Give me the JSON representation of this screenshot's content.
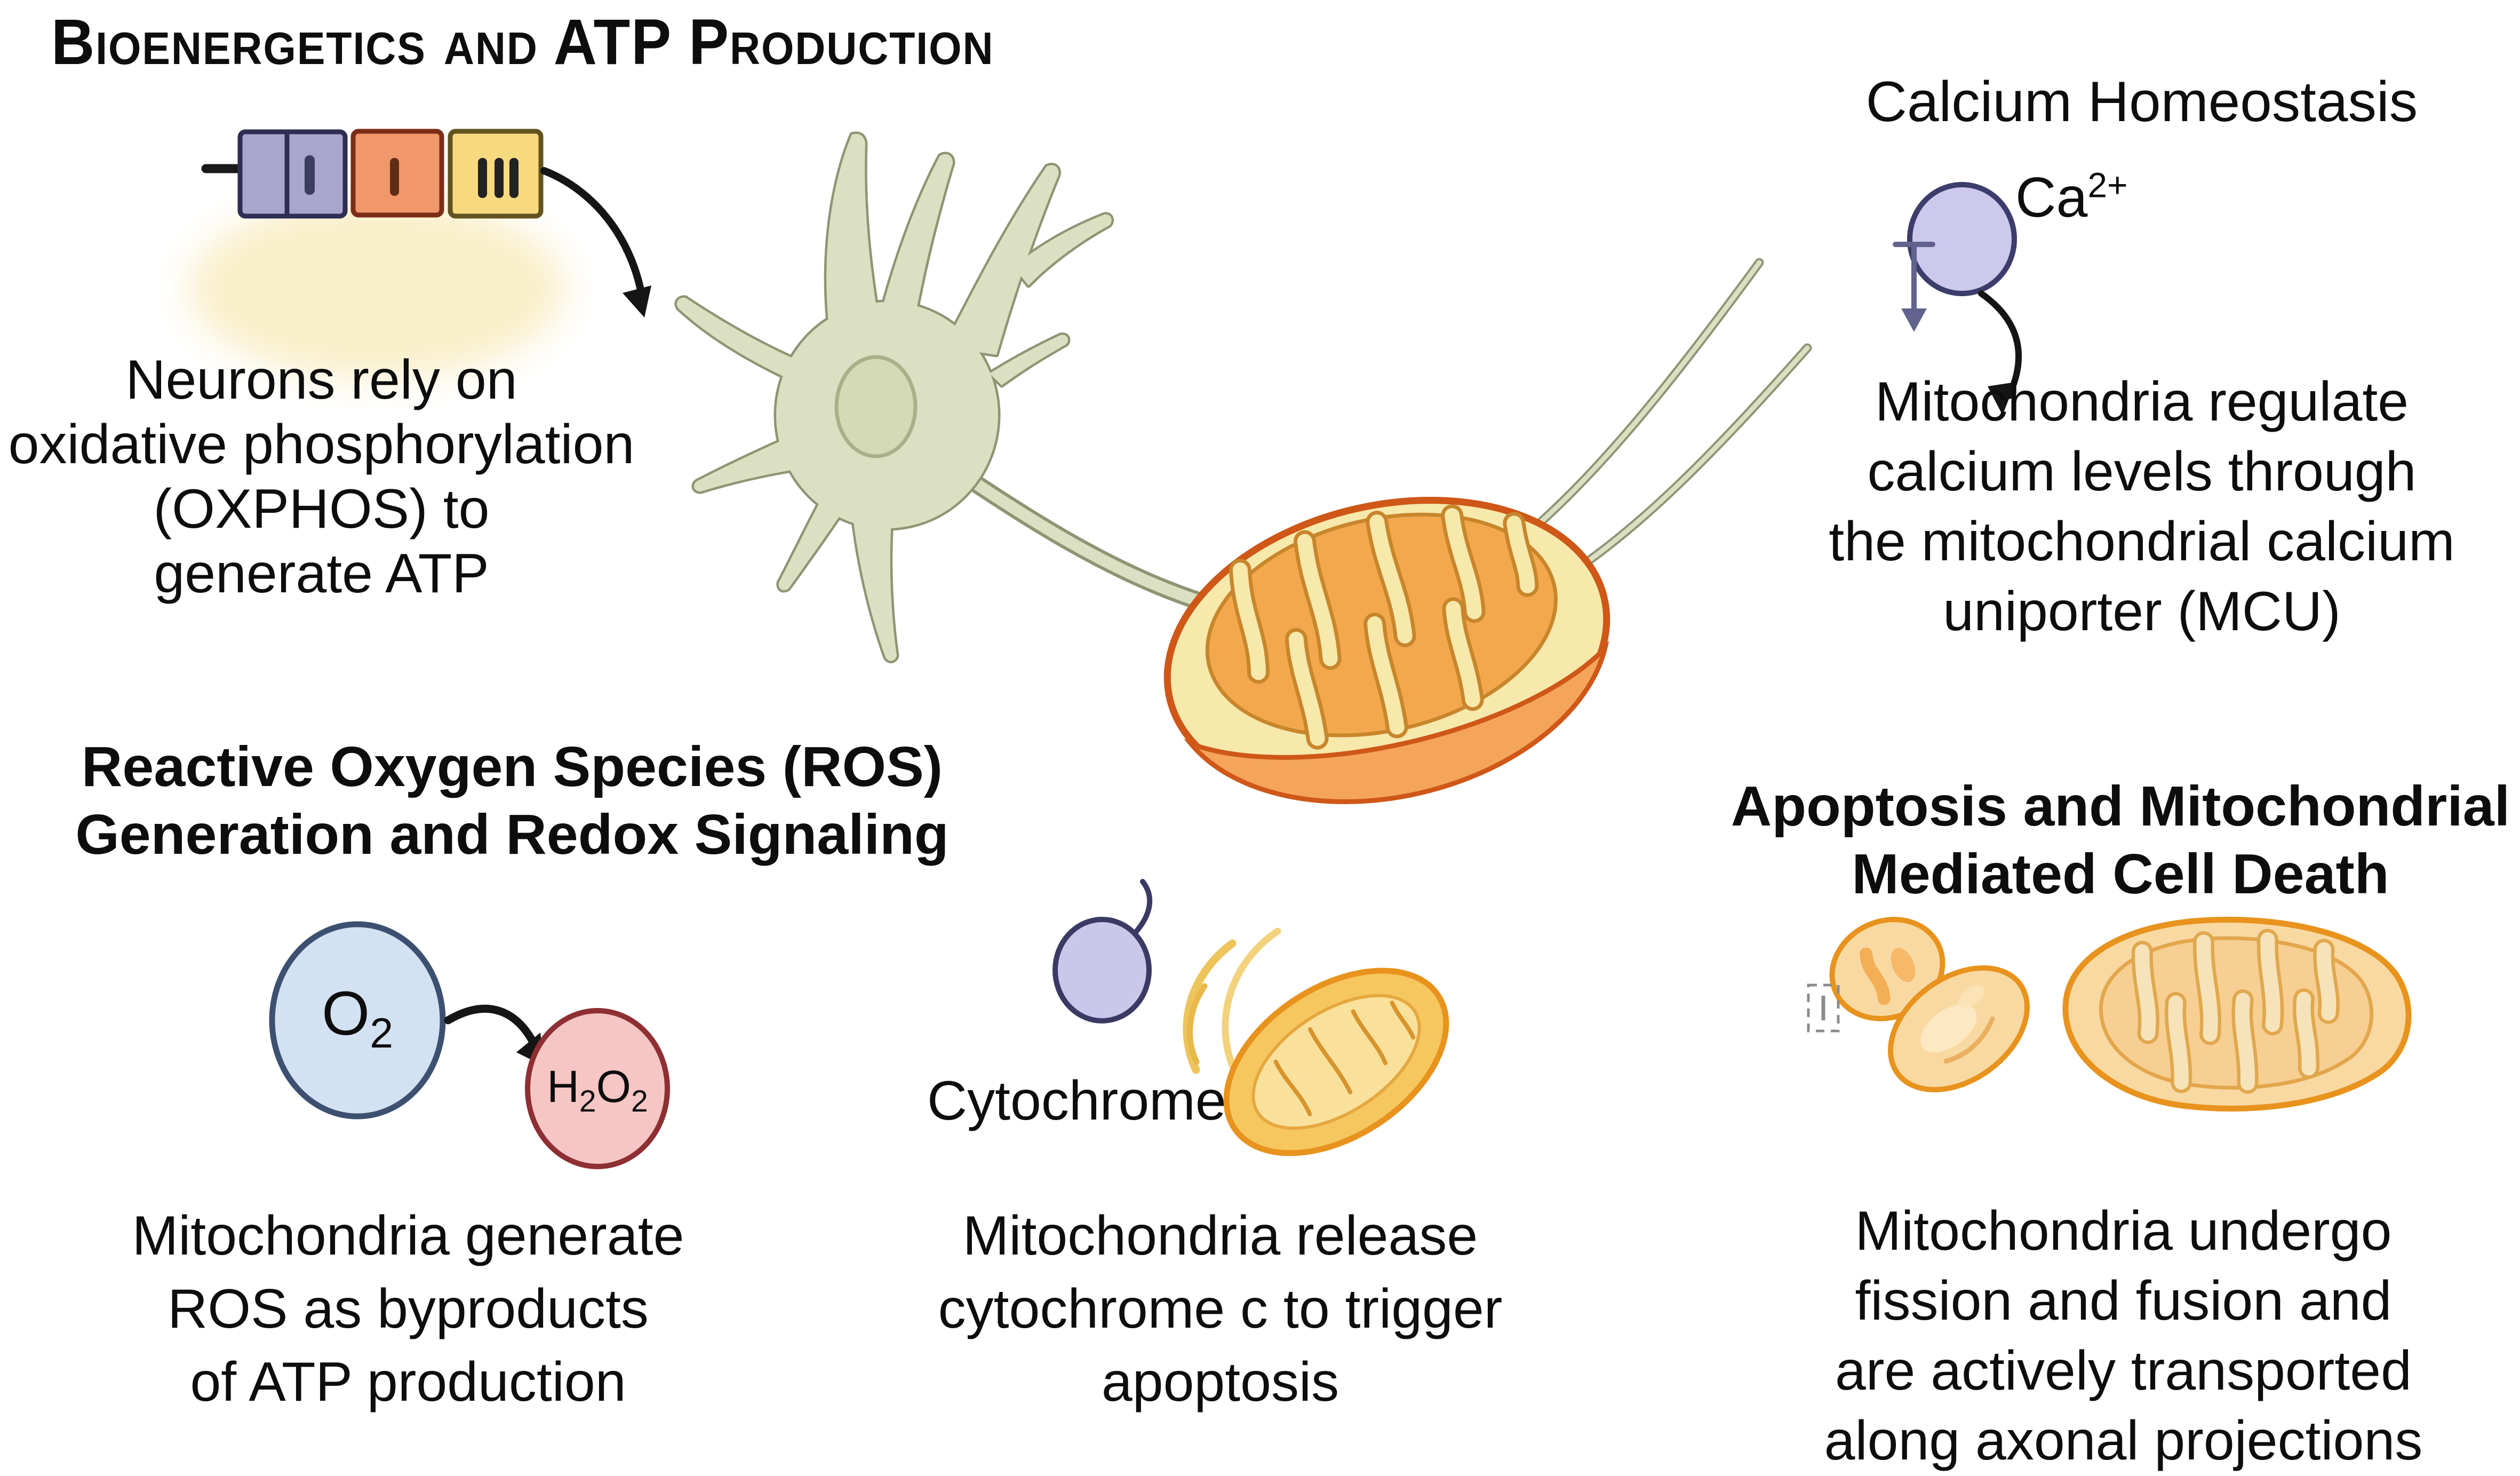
{
  "bioenergetics": {
    "title": "Bioenergetics and ATP Production",
    "caption": [
      "Neurons rely on",
      "oxidative phosphorylation",
      "(OXPHOS) to",
      "generate ATP"
    ],
    "complexes": [
      {
        "icon": "complex-box-purple",
        "bars": 1,
        "color": "#a9a6cd"
      },
      {
        "icon": "complex-box-orange",
        "bars": 1,
        "color": "#f0976b"
      },
      {
        "icon": "complex-box-yellow",
        "bars": 3,
        "color": "#f7d97f"
      }
    ]
  },
  "calcium": {
    "title": "Calcium Homeostasis",
    "ion": {
      "base": "Ca",
      "charge": "2+"
    },
    "caption": [
      "Mitochondria regulate",
      "calcium levels through",
      "the mitochondrial calcium",
      "uniporter (MCU)"
    ]
  },
  "ros": {
    "title": [
      "Reactive Oxygen Species (ROS)",
      "Generation and Redox Signaling"
    ],
    "oxygen": {
      "base": "O",
      "sub": "2"
    },
    "peroxide": {
      "h": "H",
      "h_sub": "2",
      "o": "O",
      "o_sub": "2"
    },
    "caption": [
      "Mitochondria generate",
      "ROS as byproducts",
      "of ATP production"
    ]
  },
  "cytochrome": {
    "label": "Cytochrome",
    "caption": [
      "Mitochondria release",
      "cytochrome c to trigger",
      "apoptosis"
    ]
  },
  "apoptosis": {
    "title": [
      "Apoptosis and Mitochondrial",
      "Mediated Cell Death"
    ],
    "caption": [
      "Mitochondria undergo",
      "fission and fusion and",
      "are actively transported",
      "along axonal projections"
    ]
  },
  "colors": {
    "text": "#0d0d0d",
    "neuron_fill": "#dce0c3",
    "neuron_outline": "#8f9574",
    "mito_border": "#cf5717",
    "mito_outer_ring": "#f7e8ab",
    "mito_matrix": "#f4a84e",
    "mito_cut_face": "#f4a55b",
    "cristae_outline": "#c8862c",
    "purple_fill": "#cdc9ec",
    "purple_border": "#3d3d6b",
    "o2_fill": "#d3e2f2",
    "o2_border": "#3d5070",
    "h2o2_fill": "#f6c6c4",
    "h2o2_border": "#8e2f33",
    "small_mito_fill": "#f6c75f",
    "small_mito_border": "#e8931d",
    "apoptosis_mito_fill": "#f9d9a2",
    "glow": "#f9efc9"
  }
}
